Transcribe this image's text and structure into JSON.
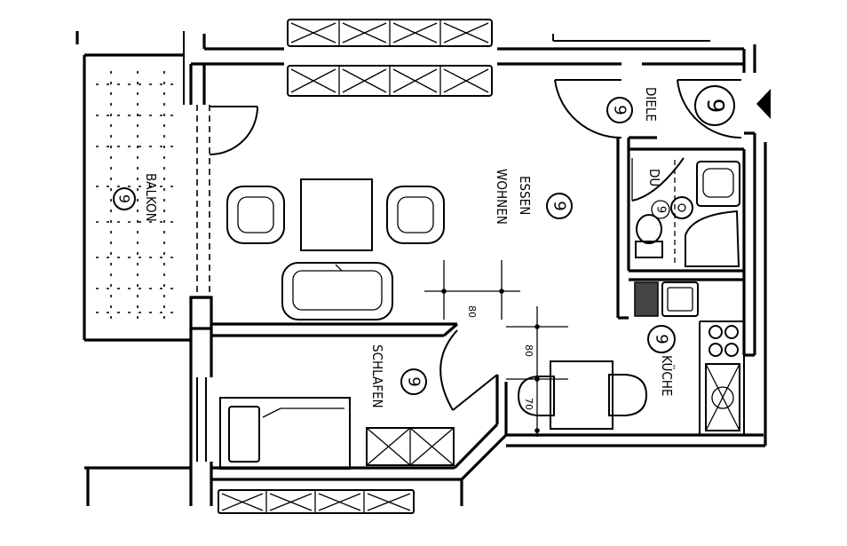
{
  "rooms": {
    "wohnen": {
      "label_line1": "WOHNEN",
      "label_line2": "ESSEN",
      "marker": "9"
    },
    "schlafen": {
      "label": "SCHLAFEN",
      "marker": "9"
    },
    "balkon": {
      "label": "BALKON",
      "marker": "9"
    },
    "diele": {
      "label": "DIELE",
      "marker": "9",
      "marker_entrance": "9"
    },
    "dusche": {
      "label": "DU",
      "marker": "9"
    },
    "kueche": {
      "label": "KÜCHE",
      "marker": "9"
    }
  },
  "dimensions": {
    "wohnen_width": "80",
    "kueche_depth": "80",
    "kueche_table": "70"
  },
  "icons": {
    "entrance": "entrance-arrow-icon",
    "door": "door-swing-icon",
    "window": "window-icon",
    "bed": "bed-icon",
    "sofa": "sofa-icon",
    "chair": "armchair-icon",
    "table": "table-icon",
    "stove": "stove-icon",
    "sink": "sink-icon",
    "toilet": "toilet-icon",
    "shower": "shower-icon"
  }
}
